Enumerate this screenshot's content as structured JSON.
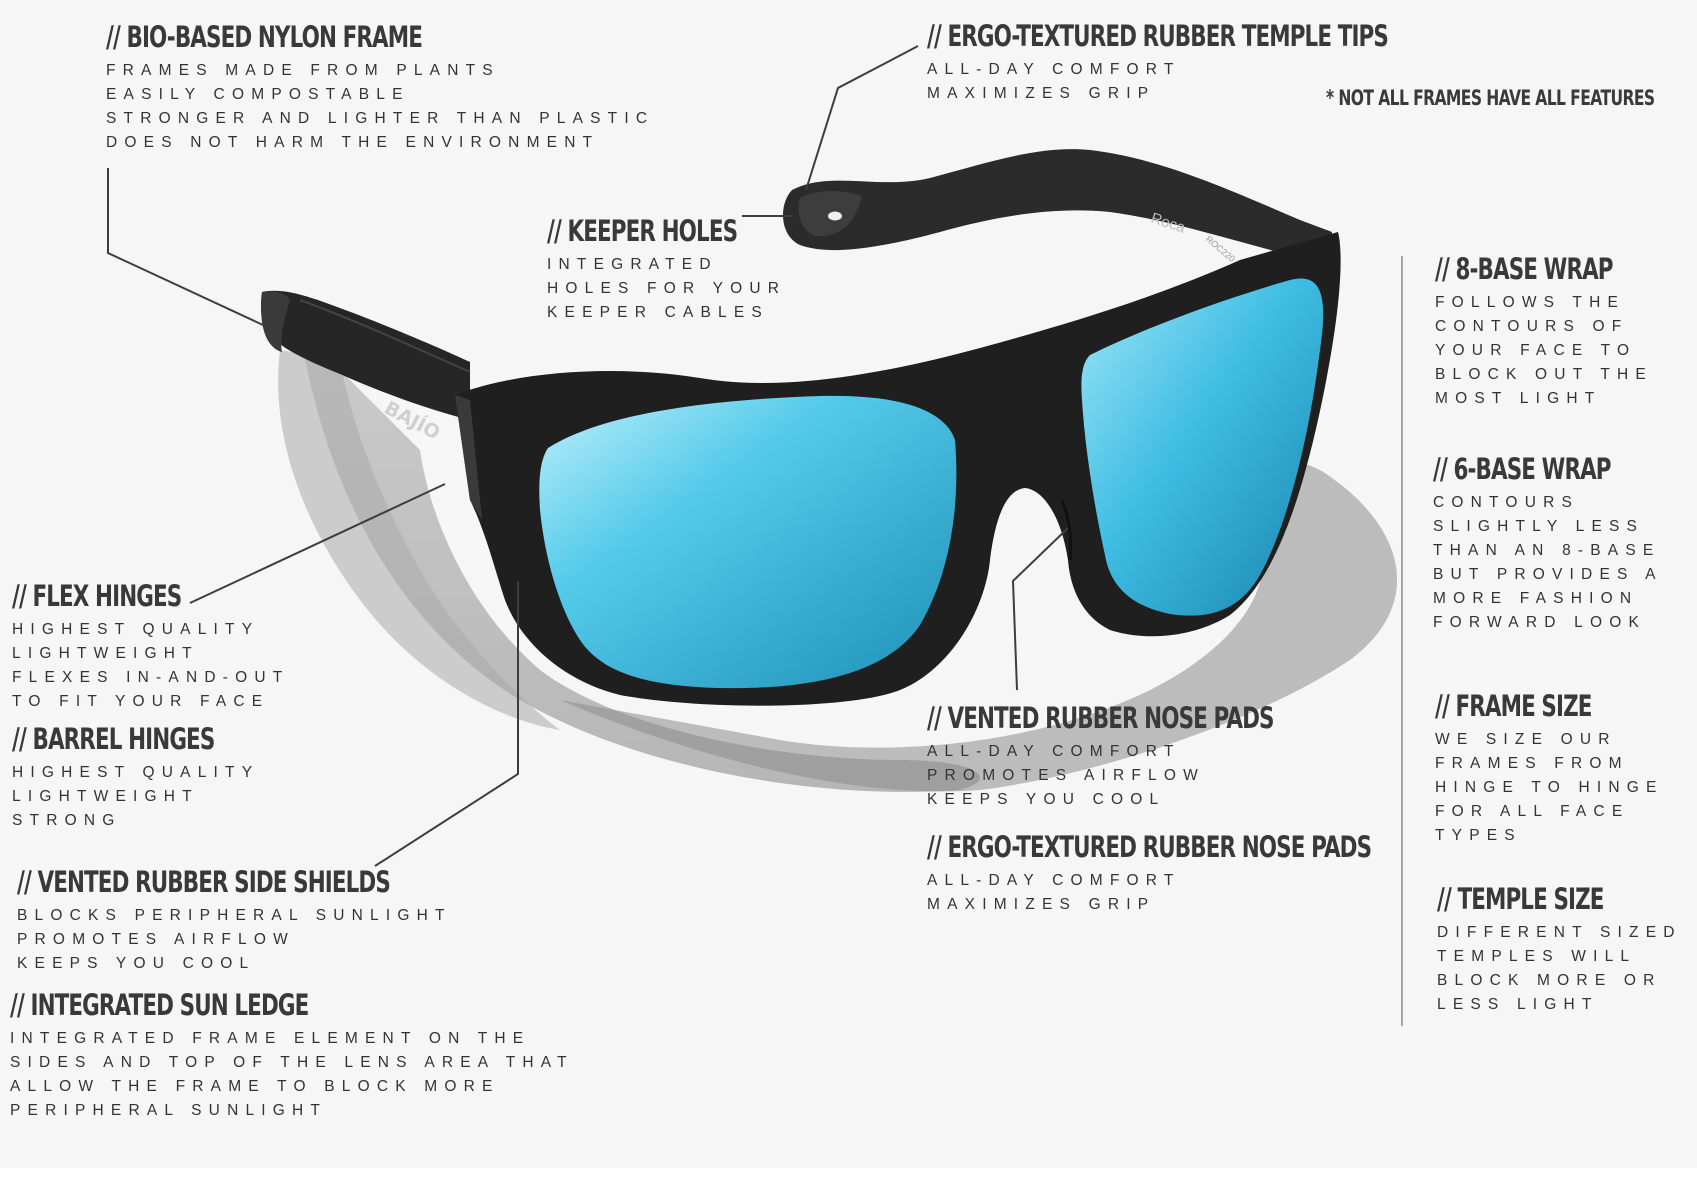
{
  "note": "* NOT ALL FRAMES HAVE ALL FEATURES",
  "product": {
    "brand": "BAJÍO",
    "model": "Roca",
    "code": "ROC220"
  },
  "features": [
    {
      "title": "// BIO-BASED NYLON FRAME",
      "lines": [
        "FRAMES MADE FROM PLANTS",
        "EASILY COMPOSTABLE",
        "STRONGER AND LIGHTER THAN PLASTIC",
        "DOES NOT HARM THE ENVIRONMENT"
      ]
    },
    {
      "title": "// ERGO-TEXTURED RUBBER TEMPLE TIPS",
      "lines": [
        "ALL-DAY COMFORT",
        "MAXIMIZES GRIP"
      ]
    },
    {
      "title": "// KEEPER HOLES",
      "lines": [
        "INTEGRATED",
        "HOLES FOR YOUR",
        "KEEPER CABLES"
      ]
    },
    {
      "title": "// 8-BASE WRAP",
      "lines": [
        "FOLLOWS THE",
        "CONTOURS OF",
        "YOUR FACE TO",
        "BLOCK OUT THE",
        "MOST LIGHT"
      ]
    },
    {
      "title": "// 6-BASE WRAP",
      "lines": [
        "CONTOURS",
        "SLIGHTLY LESS",
        "THAN AN 8-BASE",
        "BUT PROVIDES A",
        "MORE FASHION",
        "FORWARD LOOK"
      ]
    },
    {
      "title": "// FLEX HINGES",
      "lines": [
        "HIGHEST QUALITY",
        "LIGHTWEIGHT",
        "FLEXES IN-AND-OUT",
        "TO FIT YOUR FACE"
      ]
    },
    {
      "title": "// BARREL HINGES",
      "lines": [
        "HIGHEST QUALITY",
        "LIGHTWEIGHT",
        "STRONG"
      ]
    },
    {
      "title": "// VENTED RUBBER NOSE PADS",
      "lines": [
        "ALL-DAY COMFORT",
        "PROMOTES AIRFLOW",
        "KEEPS YOU COOL"
      ]
    },
    {
      "title": "// FRAME SIZE",
      "lines": [
        "WE SIZE OUR",
        "FRAMES FROM",
        "HINGE TO HINGE",
        "FOR ALL FACE",
        "TYPES"
      ]
    },
    {
      "title": "// ERGO-TEXTURED RUBBER NOSE PADS",
      "lines": [
        "ALL-DAY COMFORT",
        "MAXIMIZES GRIP"
      ]
    },
    {
      "title": "// VENTED RUBBER SIDE SHIELDS",
      "lines": [
        "BLOCKS PERIPHERAL SUNLIGHT",
        "PROMOTES AIRFLOW",
        "KEEPS YOU COOL"
      ]
    },
    {
      "title": "// TEMPLE SIZE",
      "lines": [
        "DIFFERENT SIZED",
        "TEMPLES WILL",
        "BLOCK MORE OR",
        "LESS LIGHT"
      ]
    },
    {
      "title": "// INTEGRATED SUN LEDGE",
      "lines": [
        "INTEGRATED FRAME ELEMENT ON THE",
        "SIDES AND TOP OF THE LENS AREA THAT",
        "ALLOW THE FRAME TO BLOCK MORE",
        "PERIPHERAL SUNLIGHT"
      ]
    }
  ]
}
